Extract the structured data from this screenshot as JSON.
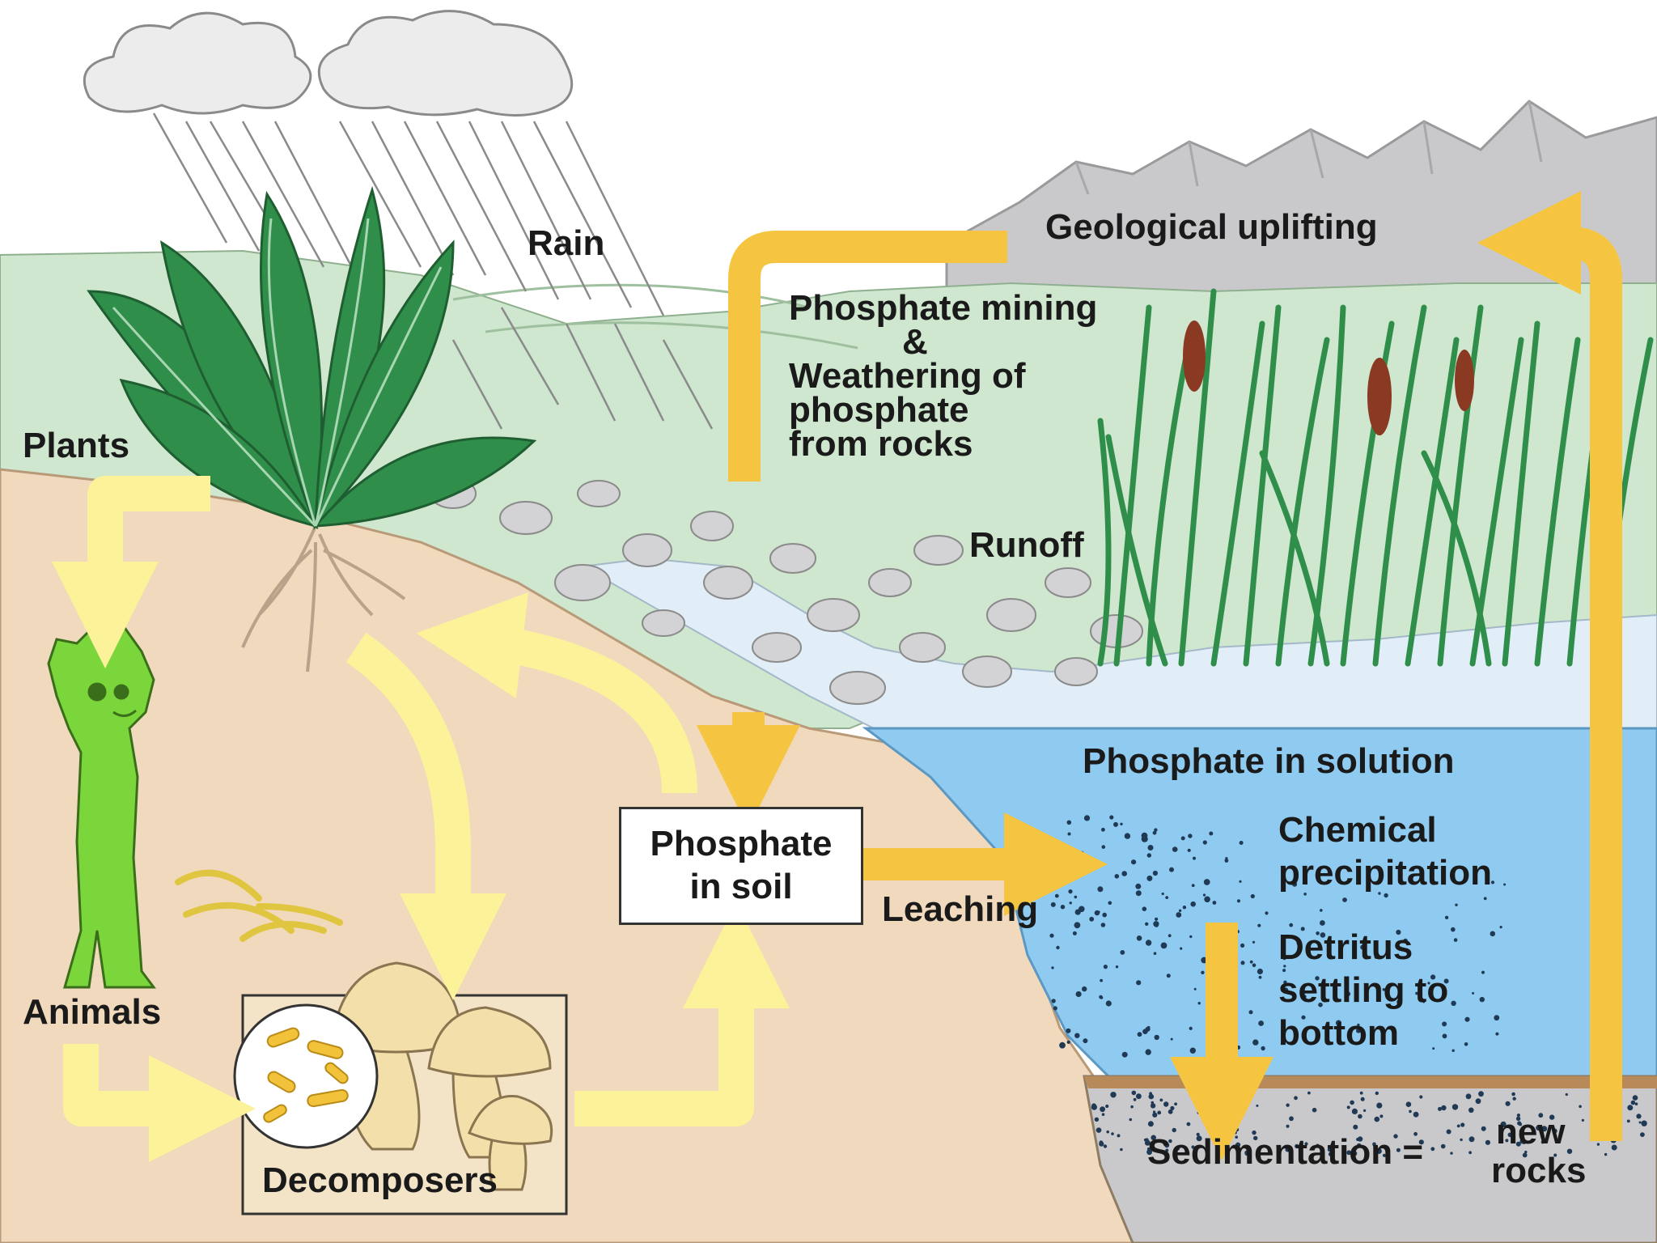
{
  "labels": {
    "rain": "Rain",
    "plants": "Plants",
    "animals": "Animals",
    "decomposers": "Decomposers",
    "geological_uplifting": "Geological uplifting",
    "mining_line1": "Phosphate mining",
    "mining_line2": "&",
    "mining_line3": "Weathering of",
    "mining_line4": "phosphate",
    "mining_line5": "from rocks",
    "runoff": "Runoff",
    "soil_line1": "Phosphate",
    "soil_line2": "in soil",
    "leaching": "Leaching",
    "solution": "Phosphate in solution",
    "precip_line1": "Chemical",
    "precip_line2": "precipitation",
    "detritus_line1": "Detritus",
    "detritus_line2": "settling to",
    "detritus_line3": "bottom",
    "sedimentation": "Sedimentation =",
    "new_rocks_line1": "new",
    "new_rocks_line2": "rocks"
  },
  "colors": {
    "sky": "#ffffff",
    "mountains": "#c9c9cb",
    "hills": "#cfe6cf",
    "soil": "#f1d9bd",
    "water": "#8fcbf0",
    "sediment": "#c9c9cb",
    "arrow_orange": "#f5c542",
    "arrow_pale": "#fbf29a",
    "leaf": "#2f8f4a",
    "animal": "#7ad63a",
    "mushroom": "#f3dfaa"
  }
}
